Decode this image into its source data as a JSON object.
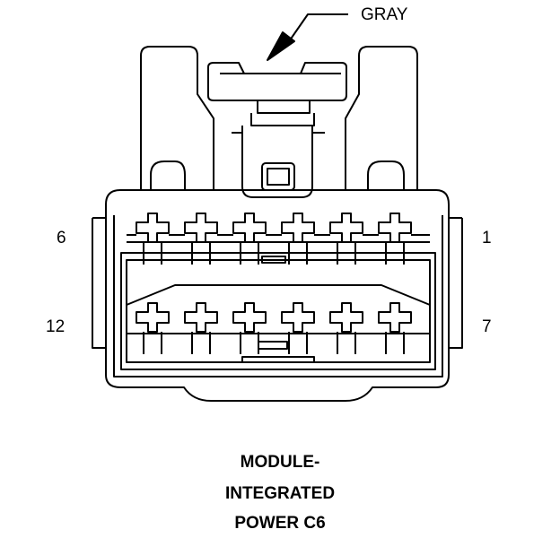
{
  "wire_color_label": "GRAY",
  "pin_labels": {
    "top_left": "6",
    "top_right": "1",
    "bottom_left": "12",
    "bottom_right": "7"
  },
  "title_lines": [
    "MODULE-",
    "INTEGRATED",
    "POWER C6"
  ],
  "colors": {
    "line": "#000000",
    "background": "#ffffff"
  }
}
